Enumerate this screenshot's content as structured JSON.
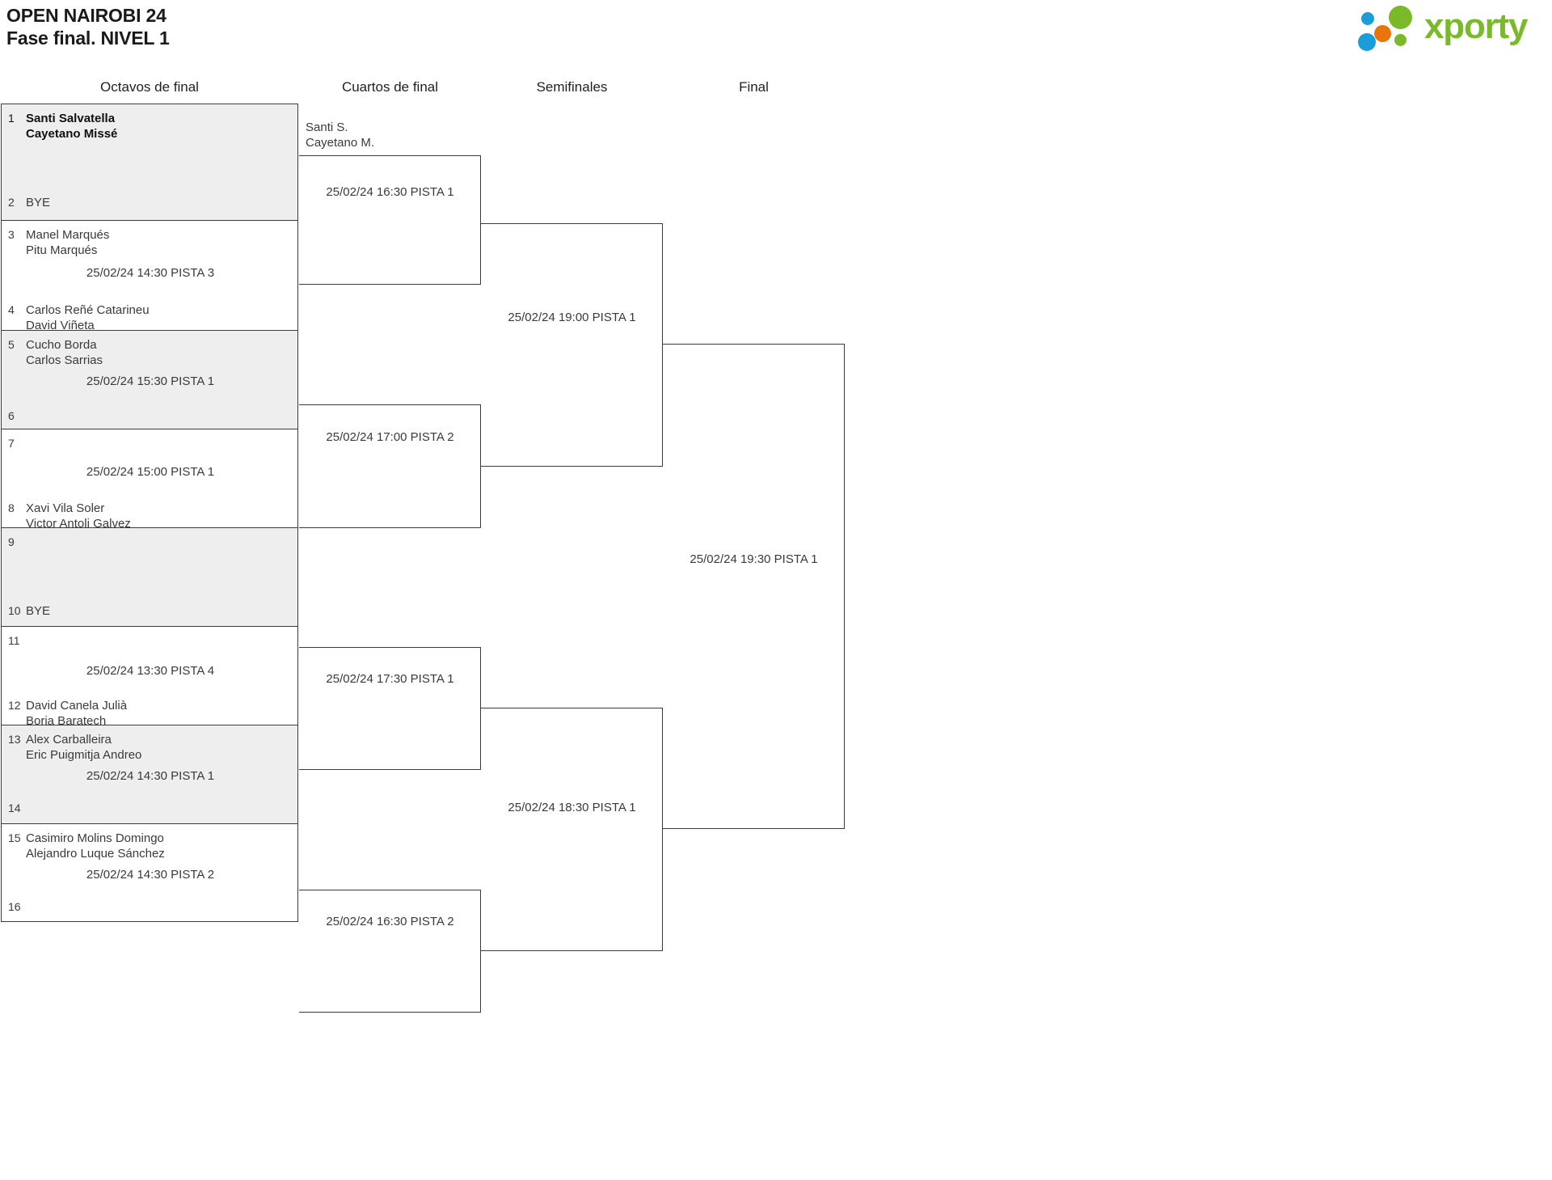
{
  "header": {
    "title": "OPEN NAIROBI 24",
    "subtitle": "Fase final. NIVEL 1",
    "logo_text": "xporty",
    "logo_colors": {
      "green": "#7ab929",
      "blue": "#1b9dd9",
      "orange": "#e8740c"
    }
  },
  "rounds": [
    {
      "key": "r16",
      "label": "Octavos de final"
    },
    {
      "key": "qf",
      "label": "Cuartos de final"
    },
    {
      "key": "sf",
      "label": "Semifinales"
    },
    {
      "key": "f",
      "label": "Final"
    }
  ],
  "bracket": {
    "round_of_16": [
      {
        "match": 1,
        "shaded": true,
        "top": {
          "seed": "1",
          "names": "Santi Salvatella\nCayetano Missé",
          "winner": true
        },
        "bottom": {
          "seed": "2",
          "names": "BYE",
          "winner": false
        },
        "time": ""
      },
      {
        "match": 2,
        "shaded": false,
        "top": {
          "seed": "3",
          "names": "Manel Marqués\nPitu Marqués",
          "winner": false
        },
        "bottom": {
          "seed": "4",
          "names": "Carlos Reñé Catarineu\nDavid Viñeta",
          "winner": false
        },
        "time": "25/02/24 14:30 PISTA 3"
      },
      {
        "match": 3,
        "shaded": true,
        "top": {
          "seed": "5",
          "names": "Cucho Borda\nCarlos Sarrias",
          "winner": false
        },
        "bottom": {
          "seed": "6",
          "names": "",
          "winner": false
        },
        "time": "25/02/24 15:30 PISTA 1"
      },
      {
        "match": 4,
        "shaded": false,
        "top": {
          "seed": "7",
          "names": "",
          "winner": false
        },
        "bottom": {
          "seed": "8",
          "names": "Xavi Vila Soler\nVictor Antoli Galvez",
          "winner": false
        },
        "time": "25/02/24 15:00 PISTA 1"
      },
      {
        "match": 5,
        "shaded": true,
        "top": {
          "seed": "9",
          "names": "",
          "winner": false
        },
        "bottom": {
          "seed": "10",
          "names": "BYE",
          "winner": false
        },
        "time": ""
      },
      {
        "match": 6,
        "shaded": false,
        "top": {
          "seed": "11",
          "names": "",
          "winner": false
        },
        "bottom": {
          "seed": "12",
          "names": "David Canela Julià\nBorja Baratech",
          "winner": false
        },
        "time": "25/02/24 13:30 PISTA 4"
      },
      {
        "match": 7,
        "shaded": true,
        "top": {
          "seed": "13",
          "names": "Alex Carballeira\nEric Puigmitja Andreo",
          "winner": false
        },
        "bottom": {
          "seed": "14",
          "names": "",
          "winner": false
        },
        "time": "25/02/24 14:30 PISTA 1"
      },
      {
        "match": 8,
        "shaded": false,
        "top": {
          "seed": "15",
          "names": "Casimiro Molins Domingo\nAlejandro Luque Sánchez",
          "winner": false
        },
        "bottom": {
          "seed": "16",
          "names": "",
          "winner": false
        },
        "time": "25/02/24 14:30 PISTA 2"
      }
    ],
    "quarter_finals": [
      {
        "match": 1,
        "advanced": "Santi S.\nCayetano M.",
        "time": "25/02/24 16:30 PISTA 1"
      },
      {
        "match": 2,
        "advanced": "",
        "time": "25/02/24 17:00 PISTA 2"
      },
      {
        "match": 3,
        "advanced": "",
        "time": "25/02/24 17:30 PISTA 1"
      },
      {
        "match": 4,
        "advanced": "",
        "time": "25/02/24 16:30 PISTA 2"
      }
    ],
    "semi_finals": [
      {
        "match": 1,
        "advanced": "",
        "time": "25/02/24 19:00 PISTA 1"
      },
      {
        "match": 2,
        "advanced": "",
        "time": "25/02/24 18:30 PISTA 1"
      }
    ],
    "final": [
      {
        "match": 1,
        "advanced": "",
        "time": "25/02/24 19:30 PISTA 1"
      }
    ]
  }
}
